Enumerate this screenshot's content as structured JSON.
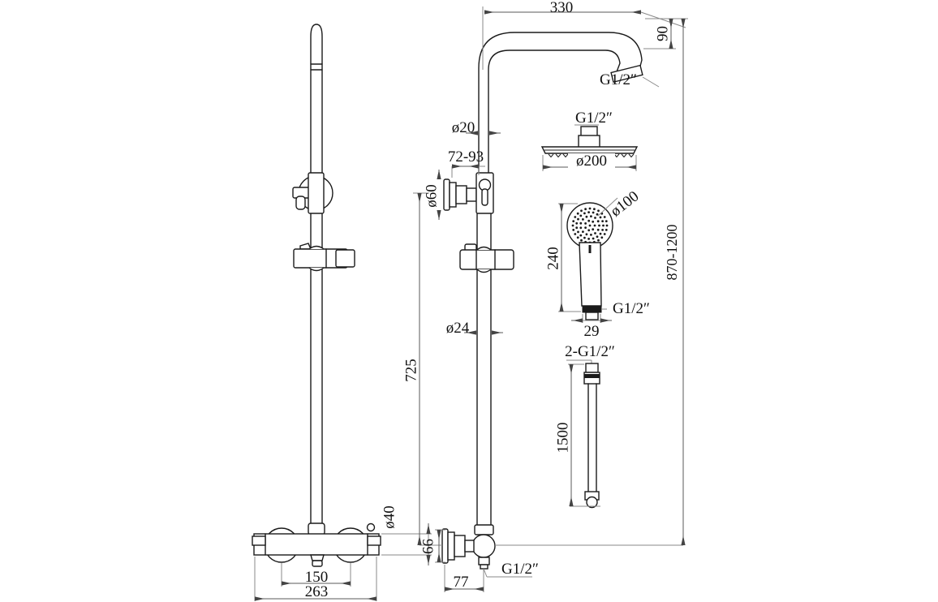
{
  "drawing": {
    "colors": {
      "background": "#ffffff",
      "object_line": "#1b1b1b",
      "dimension_line": "#8a8a8a",
      "text": "#111111"
    },
    "dims": {
      "arm_length": "330",
      "arm_drop": "90",
      "arm_thread": "G1/2″",
      "riser_upper_dia": "ø20",
      "bracket_range": "72-93",
      "bracket_flange_dia": "ø60",
      "head_thread": "G1/2″",
      "head_dia": "ø200",
      "handset_dia": "ø100",
      "handset_length": "240",
      "total_height": "870-1200",
      "handset_thread": "G1/2″",
      "handset_bottom_width": "29",
      "riser_lower_dia": "ø24",
      "riser_length": "725",
      "hose_threads": "2-G1/2″",
      "hose_length": "1500",
      "valve_body_dia": "ø40",
      "valve_flange_dia": "66",
      "outlet_thread": "G1/2″",
      "valve_depth": "77",
      "outlet_centers": "150",
      "valve_width": "263"
    }
  }
}
